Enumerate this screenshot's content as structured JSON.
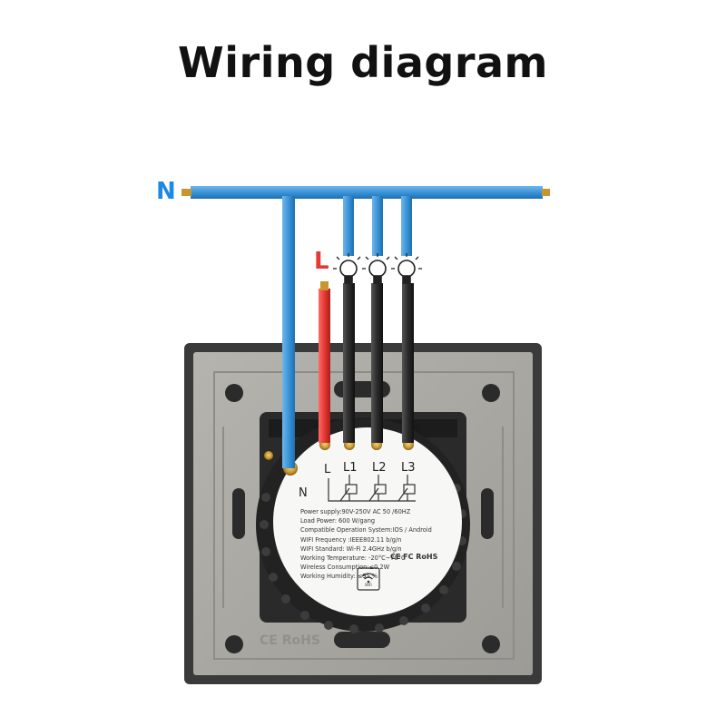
{
  "title": "Wiring diagram",
  "wire_labels": {
    "neutral": "N",
    "live": "L"
  },
  "terminals": {
    "neutral": "N",
    "live": "L",
    "load1": "L1",
    "load2": "L2",
    "load3": "L3"
  },
  "specs": [
    "Power supply:90V-250V AC  50 /60HZ",
    "Load Power:  600 W/gang",
    "Compatible Operation System:IOS / Android",
    "WIFI Frequency :IEEE802.11 b/g/n",
    "WIFI Standard: Wi-Fi 2.4GHz b/g/n",
    "Working Temperature: -20°C~70°C",
    "Wireless Consumption:≤0.2W",
    "Working Humidity: ≤95 %"
  ],
  "certifications": "CE FC RoHS",
  "wifi_module_text": "WiFi",
  "embossed_mark": "CE RoHS",
  "colors": {
    "neutral_wire": "#3b95d8",
    "live_wire": "#e53935",
    "load_wire": "#2b2b2b",
    "plate": "#a9a8a3",
    "frame": "#3a3a3a",
    "module": "#2a2a2a",
    "label_disc": "#f7f7f5"
  },
  "icons": [
    "bulb-icon",
    "wifi-icon",
    "screw-terminal-icon",
    "relay-symbol-icon"
  ]
}
